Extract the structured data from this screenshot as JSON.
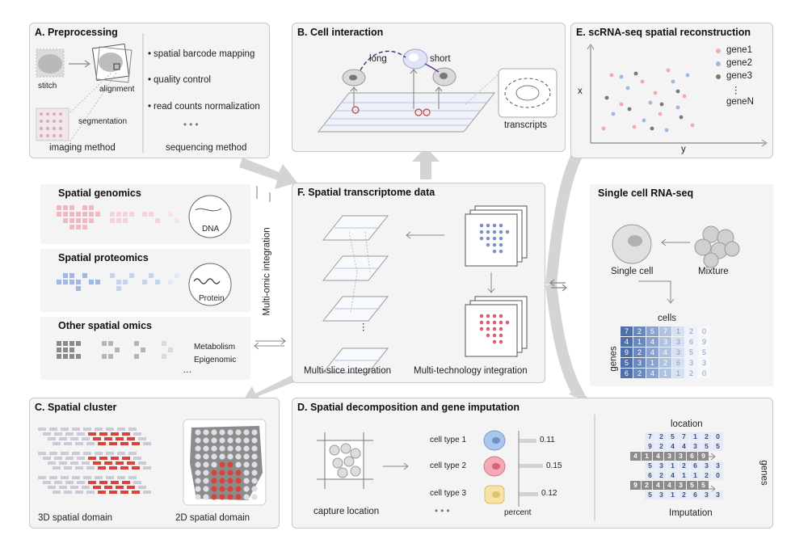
{
  "panelA": {
    "title": "A. Preprocessing",
    "stitch": "stitch",
    "alignment": "alignment",
    "segmentation": "segmentation",
    "bullets": [
      "spatial barcode mapping",
      "quality control",
      "read counts normalization"
    ],
    "dots": "•  •  •",
    "imaging": "imaging method",
    "sequencing": "sequencing method"
  },
  "panelB": {
    "title": "B. Cell interaction",
    "long": "long",
    "short": "short",
    "transcripts": "transcripts"
  },
  "panelE": {
    "title": "E. scRNA-seq spatial reconstruction",
    "x": "x",
    "y": "y",
    "legend": [
      {
        "label": "gene1",
        "color": "#f2a7b8"
      },
      {
        "label": "gene2",
        "color": "#9fb8e3"
      },
      {
        "label": "gene3",
        "color": "#7a7a7a"
      }
    ],
    "more": "⋮",
    "geneN": "geneN"
  },
  "omics": {
    "genomics": "Spatial genomics",
    "dna": "DNA",
    "proteomics": "Spatial proteomics",
    "protein": "Protein",
    "other": "Other spatial omics",
    "metabolism": "Metabolism",
    "epigenomic": "Epigenomic",
    "ellipsis": "…",
    "integration": "Multi-omic integration"
  },
  "panelF": {
    "title": "F. Spatial transcriptome data",
    "vdots": "⋮",
    "multislice": "Multi-slice integration",
    "multitech": "Multi-technology integration"
  },
  "sc": {
    "title": "Single cell RNA-seq",
    "single": "Single cell",
    "mixture": "Mixture",
    "cells": "cells",
    "genes": "genes",
    "matrix": [
      [
        "7",
        "2",
        "5",
        "7",
        "1",
        "2",
        "0"
      ],
      [
        "4",
        "1",
        "4",
        "3",
        "3",
        "6",
        "9"
      ],
      [
        "9",
        "2",
        "4",
        "4",
        "3",
        "5",
        "5"
      ],
      [
        "5",
        "3",
        "1",
        "2",
        "6",
        "3",
        "3"
      ],
      [
        "6",
        "2",
        "4",
        "1",
        "1",
        "2",
        "0"
      ]
    ]
  },
  "panelC": {
    "title": "C. Spatial cluster",
    "d3": "3D spatial domain",
    "d2": "2D spatial domain"
  },
  "panelD": {
    "title": "D. Spatial decomposition and gene imputation",
    "capture": "capture location",
    "celltypes": [
      {
        "label": "cell type 1",
        "value": "0.11",
        "color": "#a9c6ec"
      },
      {
        "label": "cell type 2",
        "value": "0.15",
        "color": "#f3a9b6"
      },
      {
        "label": "cell type 3",
        "value": "0.12",
        "color": "#f6e2a6"
      }
    ],
    "dots": "•  •  •",
    "percent": "percent",
    "location": "location",
    "genes": "genes",
    "imputation": "Imputation",
    "matrix": [
      [
        "7",
        "2",
        "5",
        "7",
        "1",
        "2",
        "0"
      ],
      [
        "9",
        "2",
        "4",
        "4",
        "3",
        "5",
        "5"
      ],
      [
        "4",
        "1",
        "4",
        "3",
        "3",
        "6",
        "9"
      ],
      [
        "5",
        "3",
        "1",
        "2",
        "6",
        "3",
        "3"
      ],
      [
        "6",
        "2",
        "4",
        "1",
        "1",
        "2",
        "0"
      ],
      [
        "9",
        "2",
        "4",
        "4",
        "3",
        "5",
        "5"
      ],
      [
        "5",
        "3",
        "1",
        "2",
        "6",
        "3",
        "3"
      ]
    ]
  }
}
